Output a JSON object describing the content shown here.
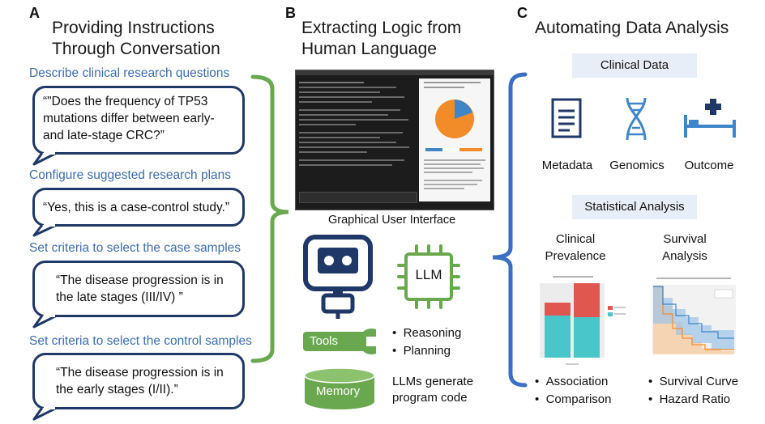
{
  "panel_a": {
    "letter": "A",
    "title_line1": "Providing Instructions",
    "title_line2": "Through Conversation",
    "steps": [
      {
        "label": "Describe clinical research questions",
        "bubble_line1": "“\"Does the frequency of TP53",
        "bubble_line2": "mutations differ between early-",
        "bubble_line3": "and late-stage CRC?”"
      },
      {
        "label": "Configure suggested research plans",
        "bubble_line1": "“Yes, this is a case-control study.”"
      },
      {
        "label": "Set criteria to select the case samples",
        "bubble_line1": "“The disease progression is in",
        "bubble_line2": "the late stages (III/IV) ”"
      },
      {
        "label": "Set criteria to select the control samples",
        "bubble_line1": "“The disease progression is in",
        "bubble_line2": "the early stages (I/II).”"
      }
    ]
  },
  "panel_b": {
    "letter": "B",
    "title_line1": "Extracting Logic from",
    "title_line2": "Human Language",
    "gui_caption": "Graphical User Interface",
    "llm_label": "LLM",
    "tools_label": "Tools",
    "memory_label": "Memory",
    "bullets": [
      "Reasoning",
      "Planning"
    ],
    "llm_note_line1": "LLMs generate",
    "llm_note_line2": "program code"
  },
  "panel_c": {
    "letter": "C",
    "title": "Automating Data Analysis",
    "clinical_data_label": "Clinical Data",
    "data_types": [
      "Metadata",
      "Genomics",
      "Outcome"
    ],
    "statistical_label": "Statistical Analysis",
    "analysis1_line1": "Clinical",
    "analysis1_line2": "Prevalence",
    "analysis2_line1": "Survival",
    "analysis2_line2": "Analysis",
    "bullets_left": [
      "Association",
      "Comparison"
    ],
    "bullets_right": [
      "Survival Curve",
      "Hazard Ratio"
    ]
  },
  "colors": {
    "navy": "#1f3868",
    "green": "#6aa84f",
    "blue_text": "#3b6db4",
    "bracket_blue": "#3a6fc4",
    "pie_orange": "#f28c28",
    "pie_blue": "#3e86c8"
  }
}
